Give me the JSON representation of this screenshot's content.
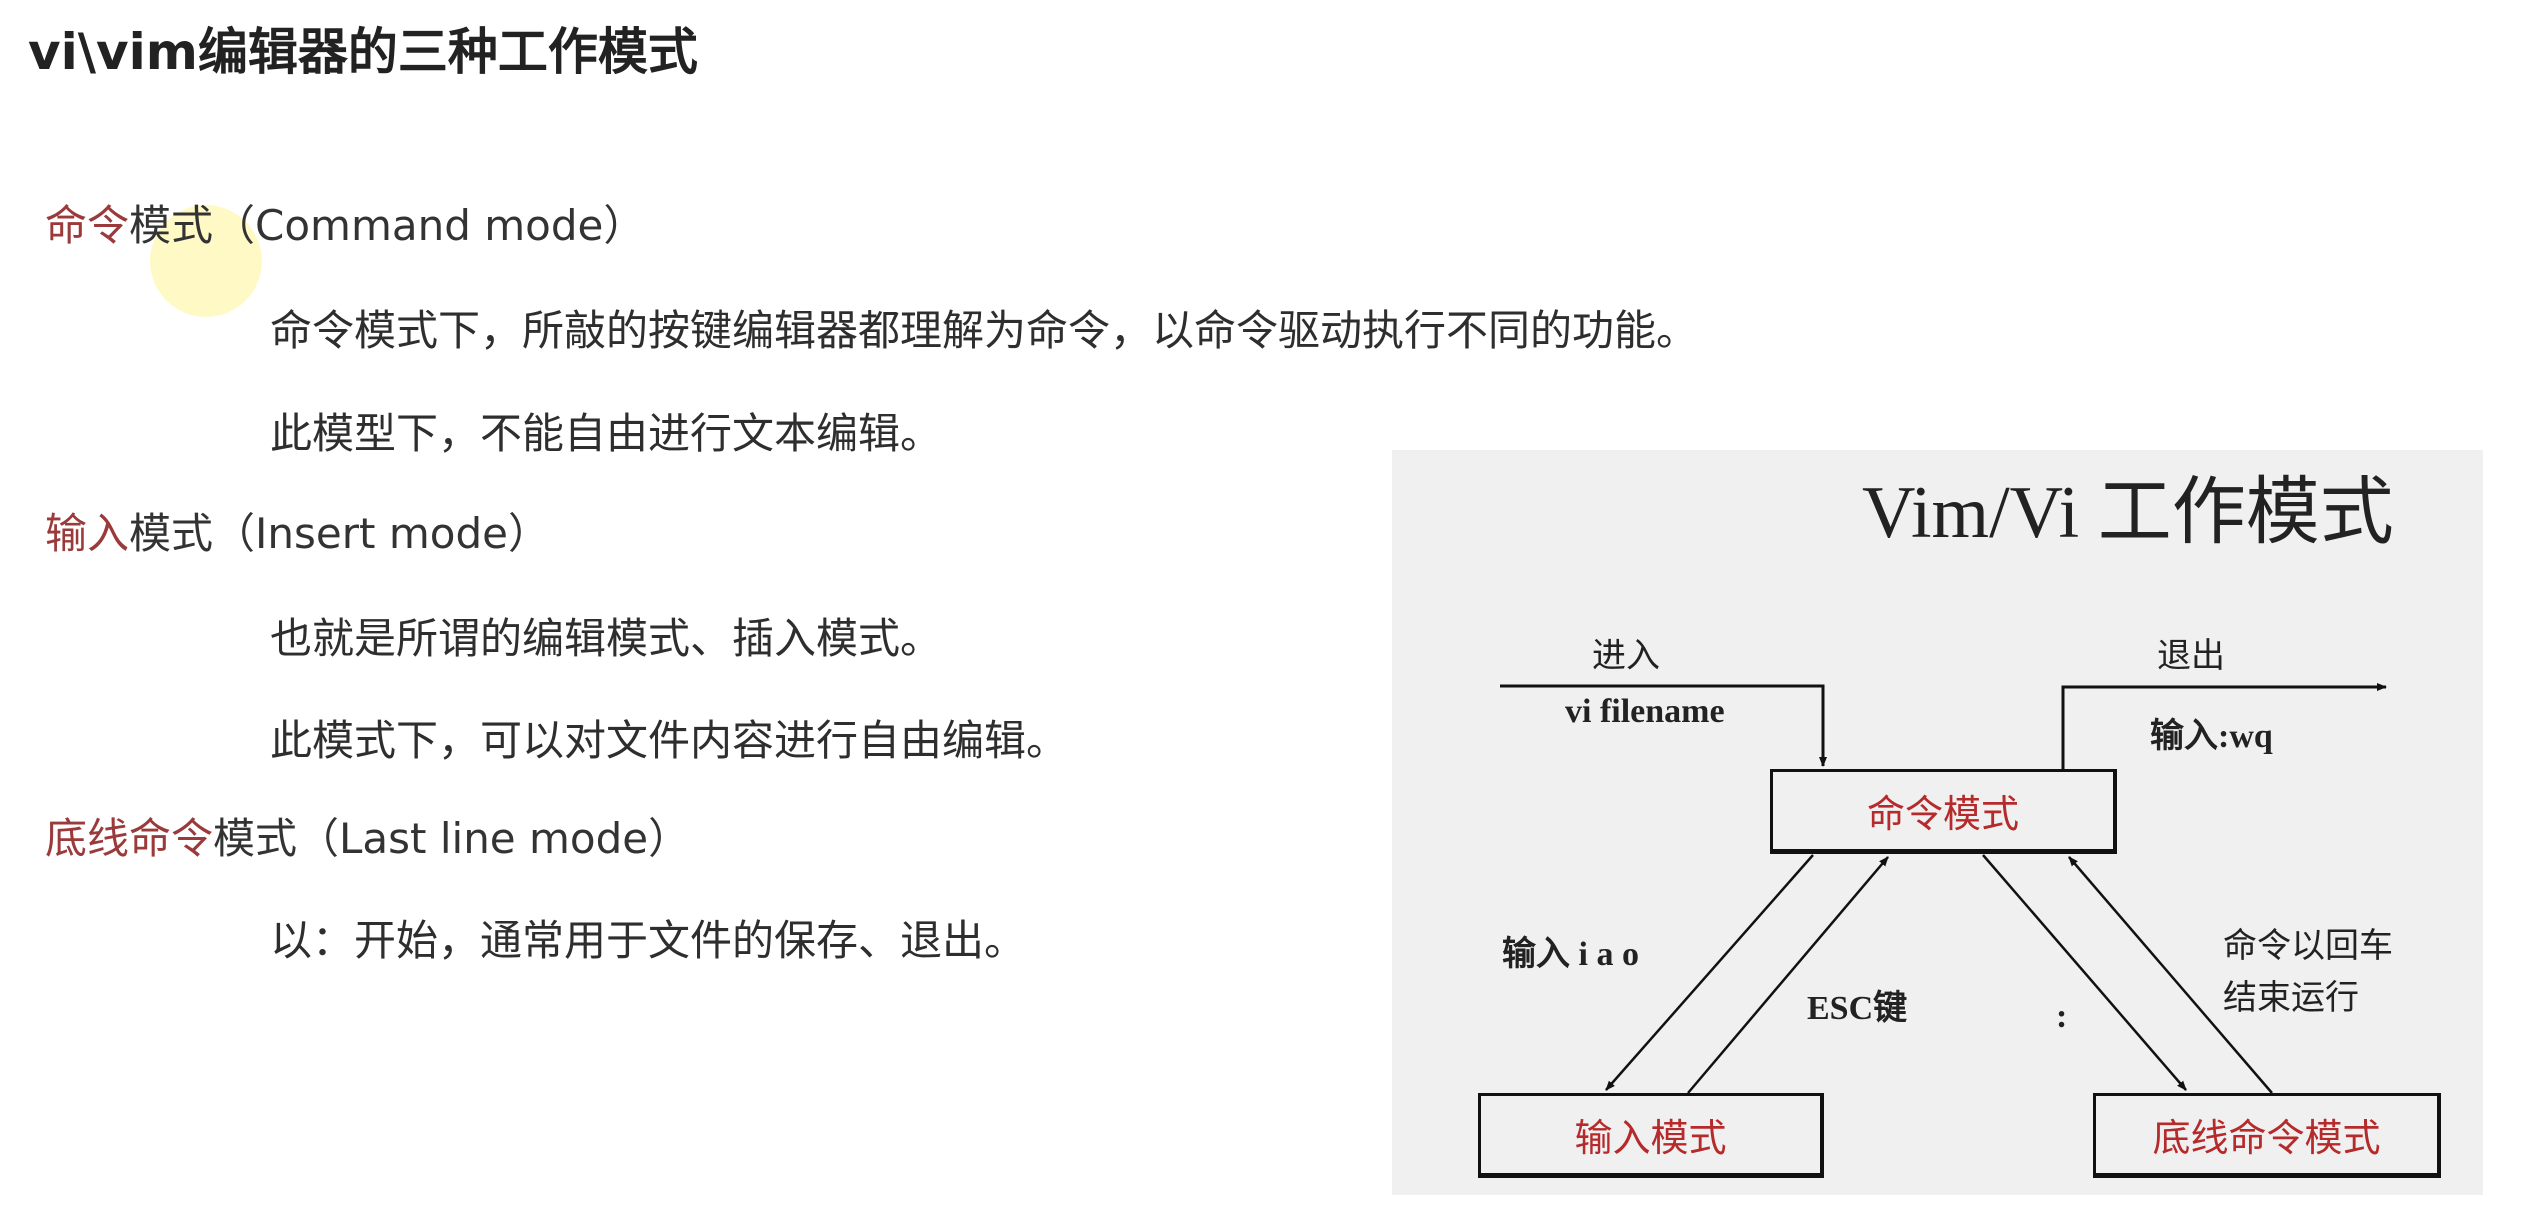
{
  "page": {
    "title": "vi\\vim编辑器的三种工作模式"
  },
  "sections": [
    {
      "heading_accent": "命令",
      "heading_rest": "模式（Command mode）",
      "lines": [
        "命令模式下，所敲的按键编辑器都理解为命令，以命令驱动执行不同的功能。",
        "此模型下，不能自由进行文本编辑。"
      ]
    },
    {
      "heading_accent": "输入",
      "heading_rest": "模式（Insert mode）",
      "lines": [
        "也就是所谓的编辑模式、插入模式。",
        "此模式下，可以对文件内容进行自由编辑。"
      ]
    },
    {
      "heading_accent": "底线命令",
      "heading_rest": "模式（Last line mode）",
      "lines": [
        "以：开始，通常用于文件的保存、退出。"
      ]
    }
  ],
  "diagram": {
    "title": "Vim/Vi 工作模式",
    "enter_label": "进入",
    "enter_command": "vi filename",
    "exit_label": "退出",
    "exit_command": "输入:wq",
    "boxes": {
      "command": "命令模式",
      "insert": "输入模式",
      "lastline": "底线命令模式"
    },
    "edges": {
      "to_insert": "输入 i a o",
      "from_insert": "ESC键",
      "to_lastline": ":",
      "from_lastline_1": "命令以回车",
      "from_lastline_2": "结束运行"
    },
    "colors": {
      "panel_bg": "#f0f0f0",
      "box_text": "#b52a2a",
      "heading_accent": "#9b3a3a"
    }
  }
}
